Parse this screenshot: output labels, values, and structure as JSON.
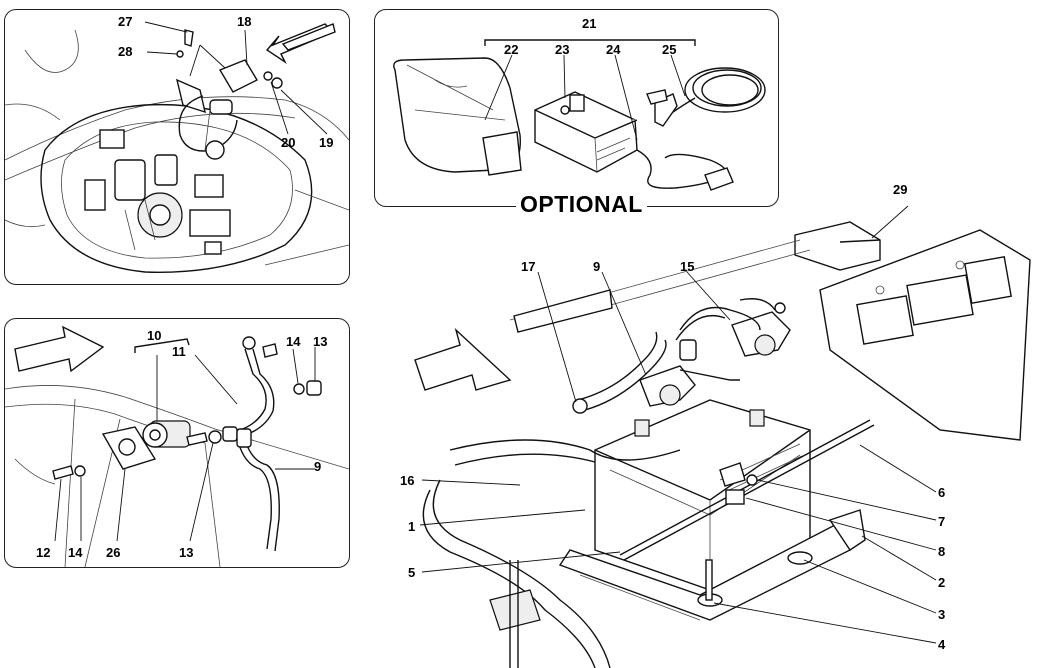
{
  "optional_label": "OPTIONAL",
  "callouts": {
    "c27": "27",
    "c28": "28",
    "c18": "18",
    "c20": "20",
    "c19": "19",
    "c21": "21",
    "c22": "22",
    "c23": "23",
    "c24": "24",
    "c25": "25",
    "c29": "29",
    "c17": "17",
    "c9a": "9",
    "c15": "15",
    "c10": "10",
    "c11": "11",
    "c14a": "14",
    "c13a": "13",
    "c9b": "9",
    "c12": "12",
    "c14b": "14",
    "c26": "26",
    "c13b": "13",
    "c16": "16",
    "c1": "1",
    "c5": "5",
    "c6": "6",
    "c7": "7",
    "c8": "8",
    "c2": "2",
    "c3": "3",
    "c4": "4"
  }
}
